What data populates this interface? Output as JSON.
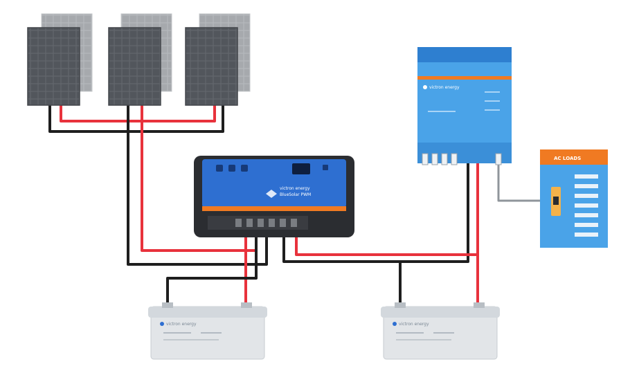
{
  "diagram": {
    "charger_brand": "victron energy",
    "charger_model": "BlueSolar PWM",
    "inverter_brand": "victron energy",
    "battery_left_brand": "victron energy",
    "battery_right_brand": "victron energy",
    "panel_label": "AC LOADS"
  },
  "colors": {
    "wire_positive": "#e8323c",
    "wire_negative": "#1e1e1e",
    "victron_blue": "#2e6fd1",
    "inverter_blue": "#4aa3e8",
    "accent_orange": "#f07a22",
    "panel_grey": "#595d63",
    "battery_grey": "#e2e5e8"
  },
  "icons": [
    "solar-panel-icon",
    "battery-icon",
    "inverter-icon",
    "charge-controller-icon",
    "distribution-panel-icon"
  ]
}
